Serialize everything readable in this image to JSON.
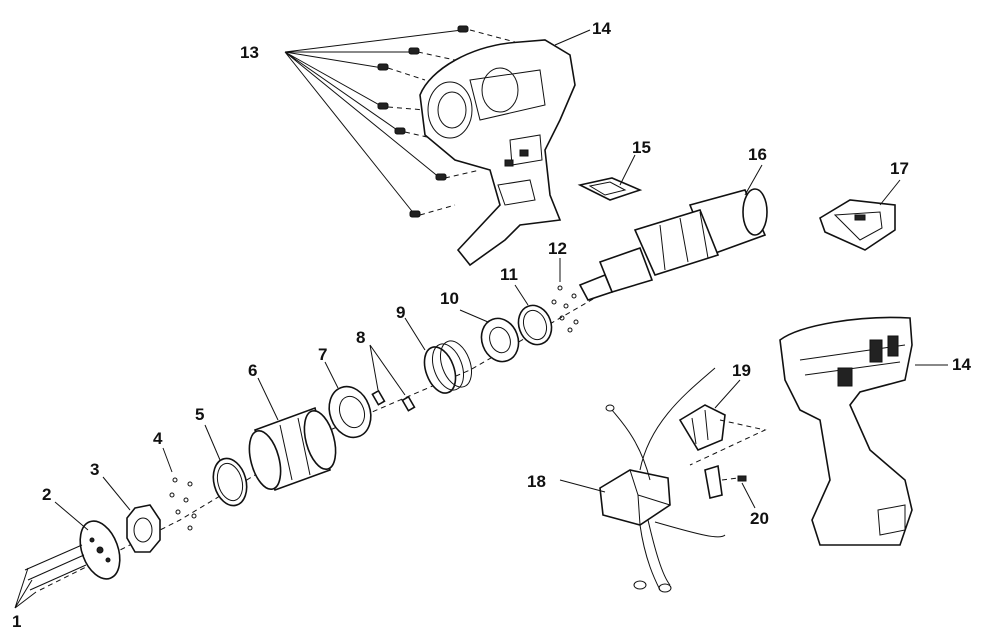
{
  "diagram": {
    "callouts": [
      "1",
      "2",
      "3",
      "4",
      "5",
      "6",
      "7",
      "8",
      "9",
      "10",
      "11",
      "12",
      "13",
      "14",
      "15",
      "16",
      "17",
      "18",
      "19",
      "20",
      "14"
    ]
  }
}
